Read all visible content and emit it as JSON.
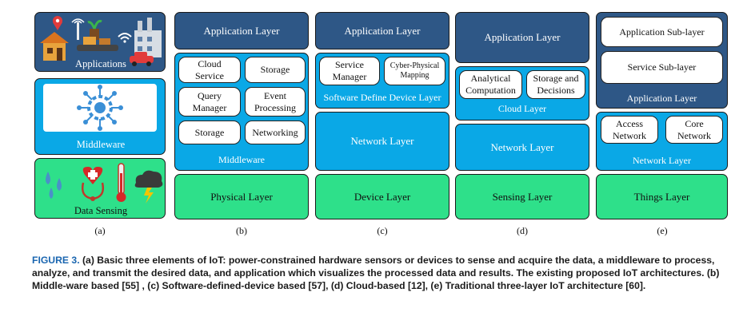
{
  "panel_a": {
    "applications": "Applications",
    "middleware": "Middleware",
    "data_sensing": "Data Sensing",
    "label": "(a)"
  },
  "panel_b": {
    "application_layer": "Application Layer",
    "cloud_service": "Cloud Service",
    "storage_top": "Storage",
    "query_manager": "Query Manager",
    "event_processing": "Event Processing",
    "storage_bottom": "Storage",
    "networking": "Networking",
    "middleware": "Middleware",
    "physical_layer": "Physical Layer",
    "label": "(b)"
  },
  "panel_c": {
    "application_layer": "Application Layer",
    "service_manager": "Service Manager",
    "cyber_physical": "Cyber-Physical Mapping",
    "sdd_layer": "Software Define Device Layer",
    "network_layer": "Network Layer",
    "device_layer": "Device Layer",
    "label": "(c)"
  },
  "panel_d": {
    "application_layer": "Application Layer",
    "analytical": "Analytical Computation",
    "storage_decisions": "Storage and Decisions",
    "cloud_layer": "Cloud Layer",
    "network_layer": "Network Layer",
    "sensing_layer": "Sensing Layer",
    "label": "(d)"
  },
  "panel_e": {
    "app_sublayer": "Application Sub-layer",
    "service_sublayer": "Service Sub-layer",
    "application_layer": "Application Layer",
    "access_network": "Access Network",
    "core_network": "Core Network",
    "network_layer": "Network Layer",
    "things_layer": "Things Layer",
    "label": "(e)"
  },
  "caption": {
    "figure_label": "FIGURE 3.",
    "text": "(a) Basic three elements of IoT: power-constrained hardware sensors or devices to sense and acquire the data, a middleware to process, analyze, and transmit the desired data, and application which visualizes the processed data and results. The existing proposed IoT architectures. (b) Middle-ware based [55] , (c) Software-defined-device based [57], (d) Cloud-based [12], (e) Traditional three-layer IoT architecture [60]."
  },
  "colors": {
    "dark_blue": "#2e5786",
    "light_blue": "#0aa8e6",
    "green": "#2ee08a",
    "caption_label": "#1a66b0"
  }
}
